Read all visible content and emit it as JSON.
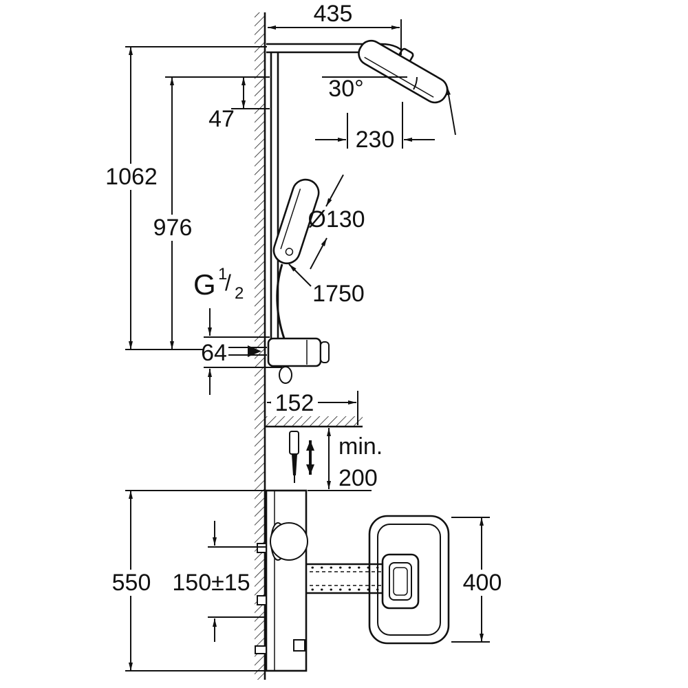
{
  "labels": {
    "width_top": "435",
    "angle": "30°",
    "offset_top": "47",
    "head_width": "230",
    "height_total": "1062",
    "height_rail": "976",
    "handshower_diameter": "Ø130",
    "hose_length": "1750",
    "thread_g": "G",
    "thread_numerator": "1",
    "thread_slash": "/",
    "thread_denominator": "2",
    "outlet_offset": "64",
    "body_depth": "152",
    "clearance_word": "min.",
    "clearance_value": "200",
    "body_height": "550",
    "supply_spacing": "150±15",
    "tub_width": "400"
  },
  "colors": {
    "line": "#111111",
    "background": "#ffffff"
  }
}
